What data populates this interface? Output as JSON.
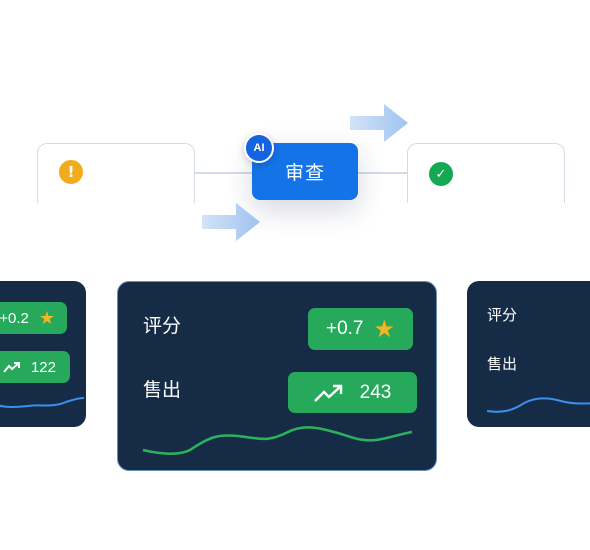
{
  "flow": {
    "review_label": "审查",
    "ai_badge": "AI",
    "warning_icon": "warning-icon",
    "success_icon": "check-icon"
  },
  "cards": {
    "left": {
      "rating_value": "+0.2",
      "sales_value": "122",
      "line_color": "#3a8ff0"
    },
    "center": {
      "rating_label": "评分",
      "rating_value": "+0.7",
      "sales_label": "售出",
      "sales_value": "243",
      "line_color": "#2bb35c"
    },
    "right": {
      "rating_label": "评分",
      "sales_label": "售出",
      "line_color": "#3a8ff0"
    }
  },
  "colors": {
    "primary": "#1473e6",
    "card_bg": "#162c46",
    "pill_green": "#27a95c",
    "star": "#f4b521",
    "warning": "#f0ac1c",
    "success": "#13a851"
  }
}
